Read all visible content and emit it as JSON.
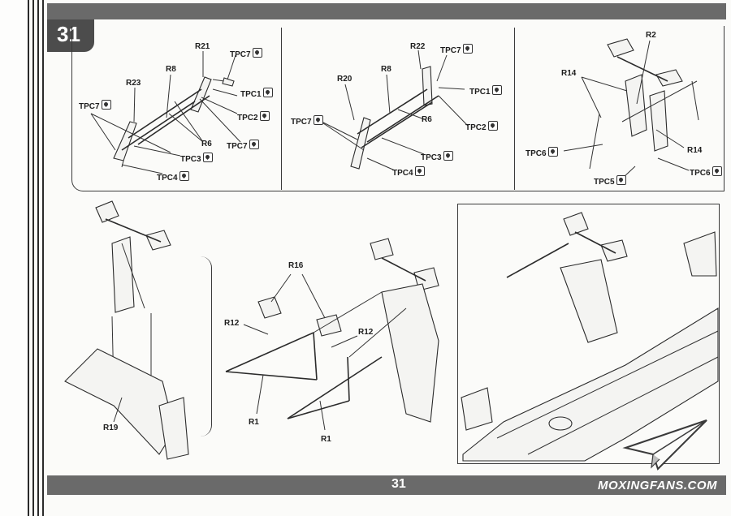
{
  "step": {
    "number": "31"
  },
  "footer": {
    "page_number": "31",
    "watermark": "MOXINGFANS.COM"
  },
  "panel1": {
    "labels": [
      "R21",
      "TPC7",
      "R8",
      "R23",
      "TPC1",
      "TPC7",
      "TPC2",
      "R6",
      "TPC7",
      "TPC3",
      "TPC4"
    ]
  },
  "panel2": {
    "labels": [
      "R22",
      "TPC7",
      "R8",
      "R20",
      "TPC1",
      "TPC7",
      "R6",
      "TPC2",
      "TPC3",
      "TPC4"
    ]
  },
  "panel3": {
    "labels": [
      "R2",
      "R14",
      "TPC6",
      "R14",
      "TPC5",
      "TPC6"
    ]
  },
  "lower": {
    "labels": [
      "R19",
      "R16",
      "R12",
      "R12",
      "R1",
      "R1"
    ]
  },
  "icons": {
    "glue": "cement-glue-icon",
    "watermark_logo": "paper-plane-icon"
  },
  "colors": {
    "bar": "#6a6a6a",
    "tab": "#4c4c4c",
    "line": "#333333"
  }
}
